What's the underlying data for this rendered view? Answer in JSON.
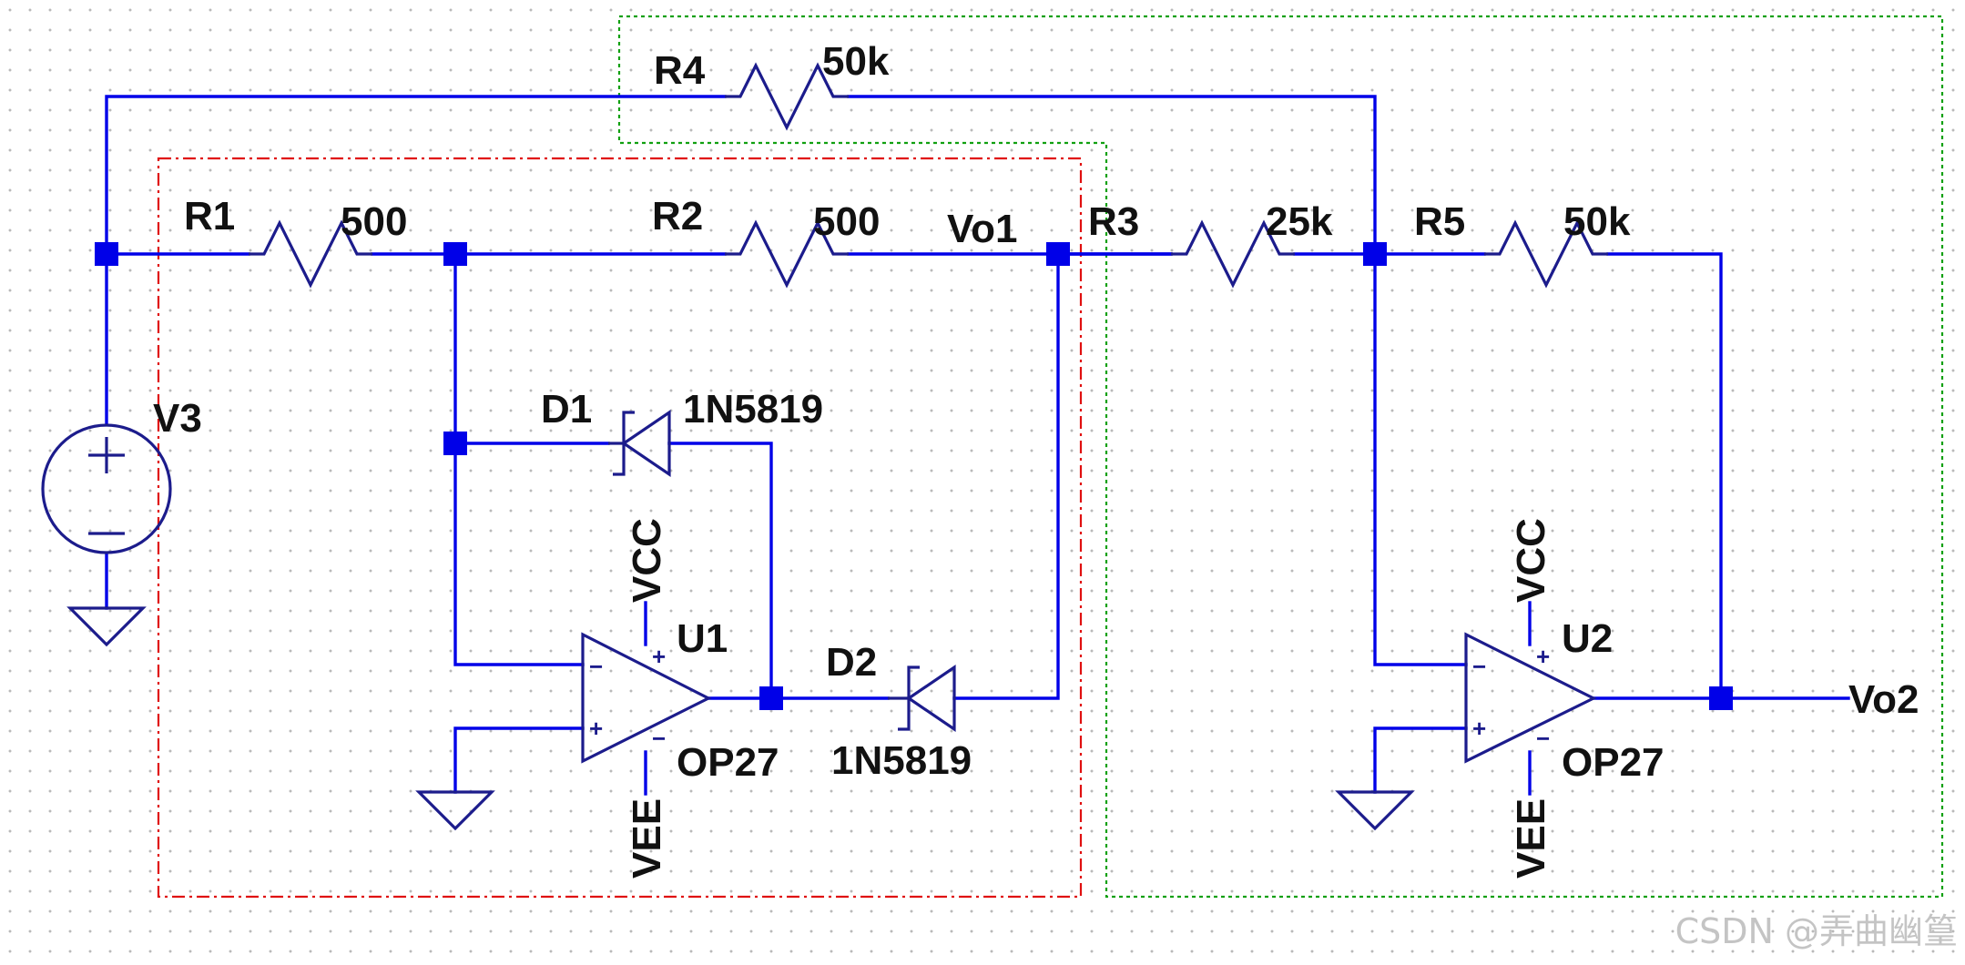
{
  "schematic": {
    "sources": {
      "v3": {
        "name": "V3",
        "plus": "+",
        "minus": "−"
      }
    },
    "resistors": {
      "r1": {
        "name": "R1",
        "value": "500"
      },
      "r2": {
        "name": "R2",
        "value": "500"
      },
      "r3": {
        "name": "R3",
        "value": "25k"
      },
      "r4": {
        "name": "R4",
        "value": "50k"
      },
      "r5": {
        "name": "R5",
        "value": "50k"
      }
    },
    "diodes": {
      "d1": {
        "name": "D1",
        "model": "1N5819"
      },
      "d2": {
        "name": "D2",
        "model": "1N5819"
      }
    },
    "opamps": {
      "u1": {
        "name": "U1",
        "model": "OP27",
        "vcc": "VCC",
        "vee": "VEE",
        "inv": "−",
        "noninv": "+",
        "supply_plus": "+",
        "supply_minus": "−"
      },
      "u2": {
        "name": "U2",
        "model": "OP27",
        "vcc": "VCC",
        "vee": "VEE",
        "inv": "−",
        "noninv": "+",
        "supply_plus": "+",
        "supply_minus": "−"
      }
    },
    "nets": {
      "vo1": "Vo1",
      "vo2": "Vo2"
    },
    "groups": {
      "half_wave_rectifier": {
        "border_color": "#e01010"
      },
      "summing_amplifier": {
        "border_color": "#10a010"
      }
    },
    "colors": {
      "wire": "#0000e8",
      "component": "#1c1c8c",
      "label": "#111111",
      "grid_dot": "#b9b9b9"
    }
  },
  "watermark": "CSDN @弄曲幽篁"
}
